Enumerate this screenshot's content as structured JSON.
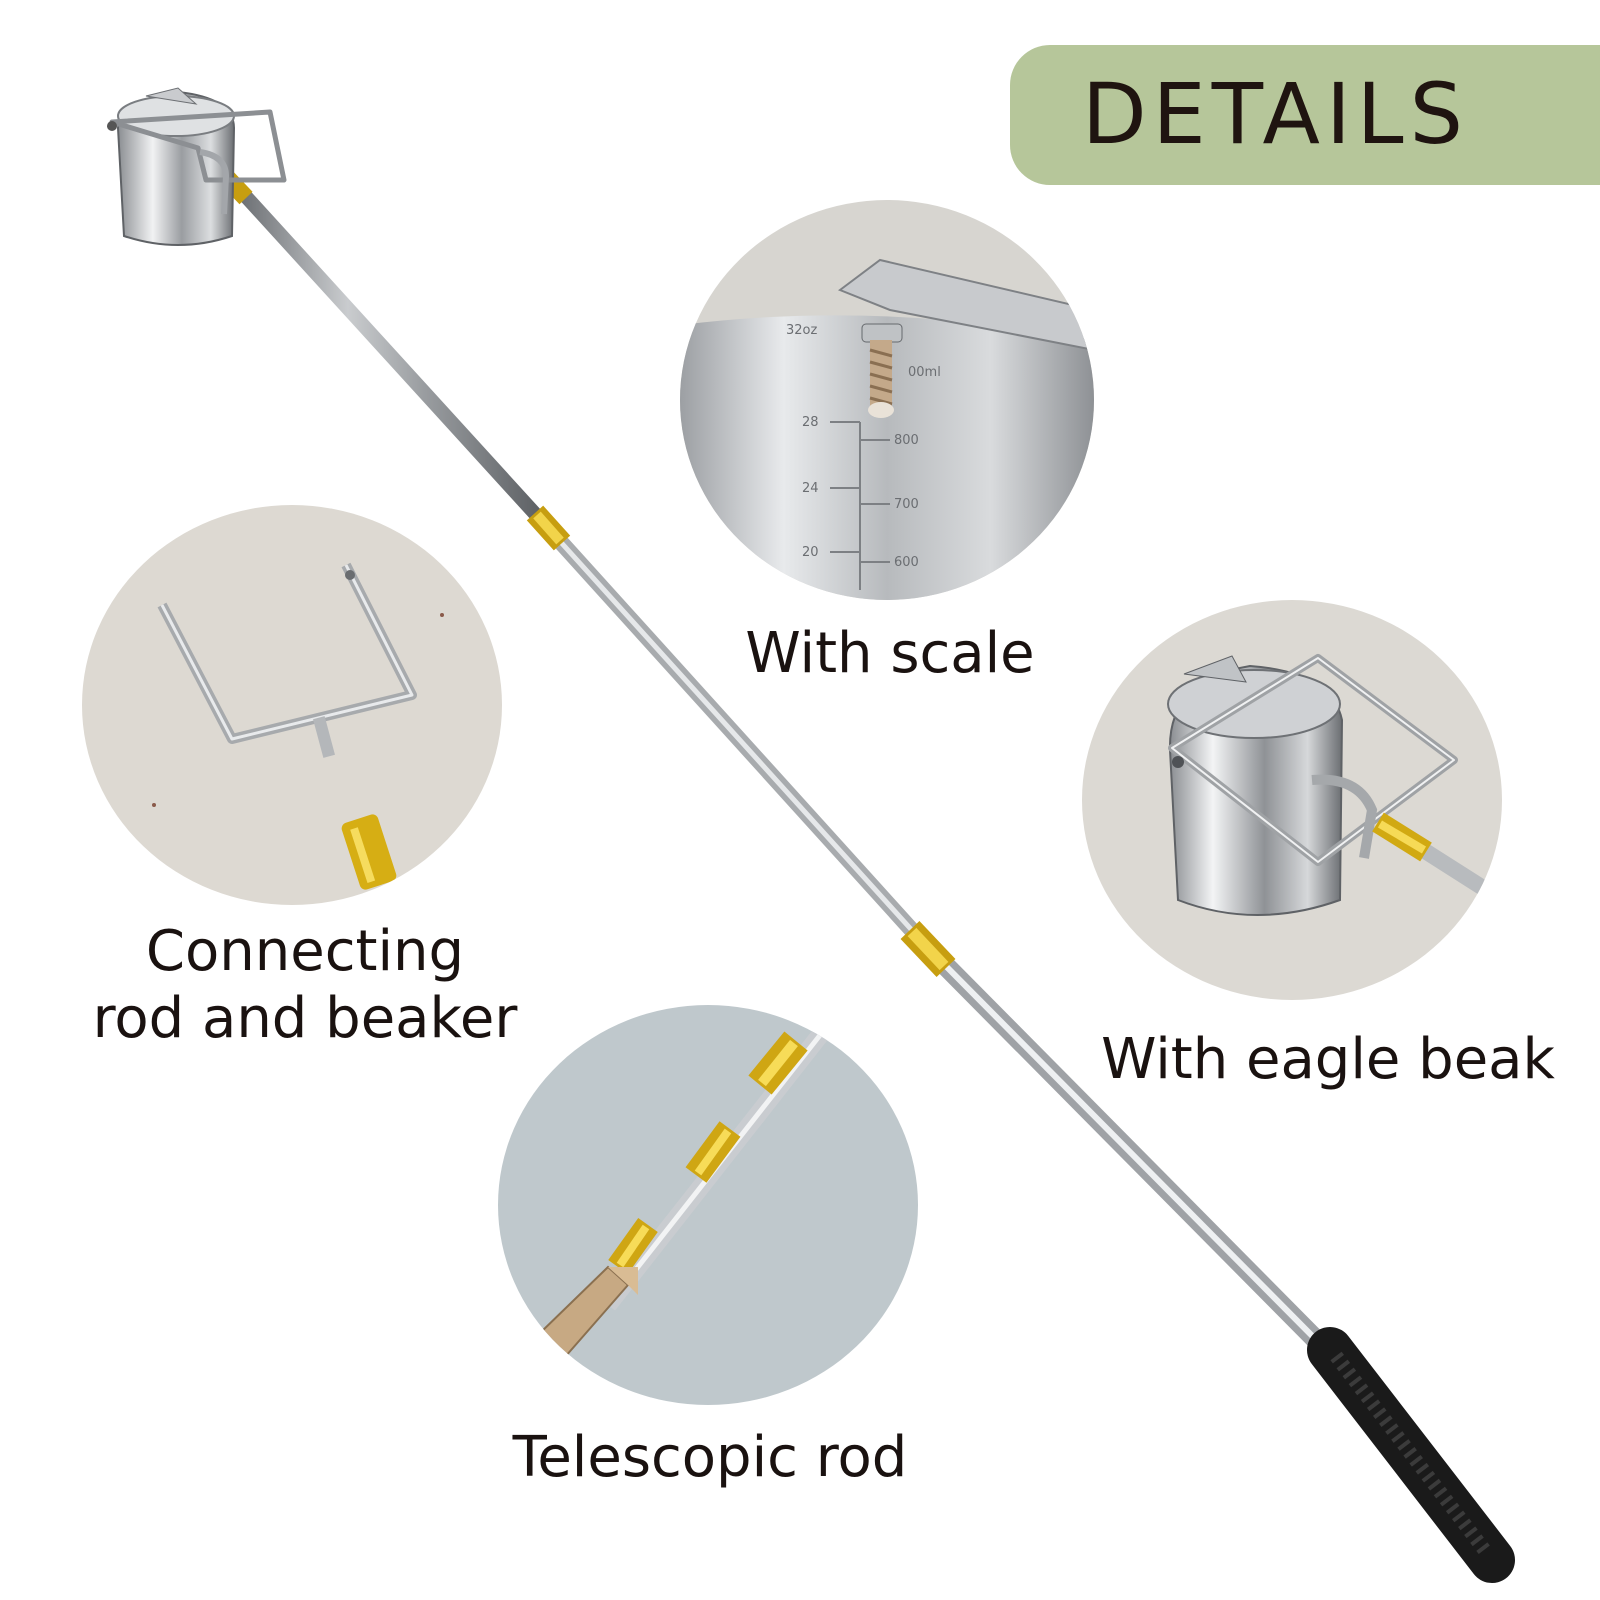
{
  "header": {
    "title": "DETAILS"
  },
  "captions": {
    "scale": "With scale",
    "connecting_line1": "Connecting",
    "connecting_line2": "rod and beaker",
    "eagle": "With eagle beak",
    "telescopic": "Telescopic rod"
  },
  "scale_marks": {
    "oz_top": "32oz",
    "ml_top": "00ml",
    "oz": [
      "28",
      "24",
      "20"
    ],
    "ml": [
      "800",
      "700",
      "600"
    ]
  },
  "colors": {
    "title_pill": "#b6c69a",
    "title_text": "#1f1410",
    "caption_text": "#1a1210",
    "gold": "#d9b21a",
    "steel": "#b9bcbf",
    "grip": "#1c1c1c"
  }
}
